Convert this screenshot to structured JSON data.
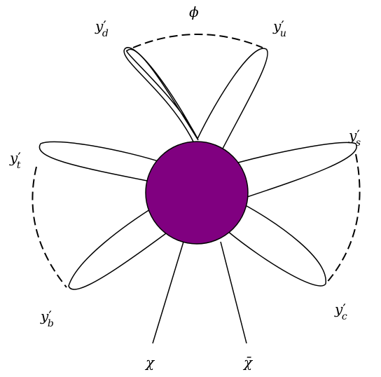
{
  "diagram": {
    "blob_color": "#800080",
    "labels": {
      "phi": "ϕ",
      "y": "y",
      "prime": "′",
      "yd_sub": "d",
      "yu_sub": "u",
      "ys_sub": "s",
      "yt_sub": "t",
      "yb_sub": "b",
      "yc_sub": "c",
      "chi": "χ",
      "chibar": "χ̄"
    }
  }
}
